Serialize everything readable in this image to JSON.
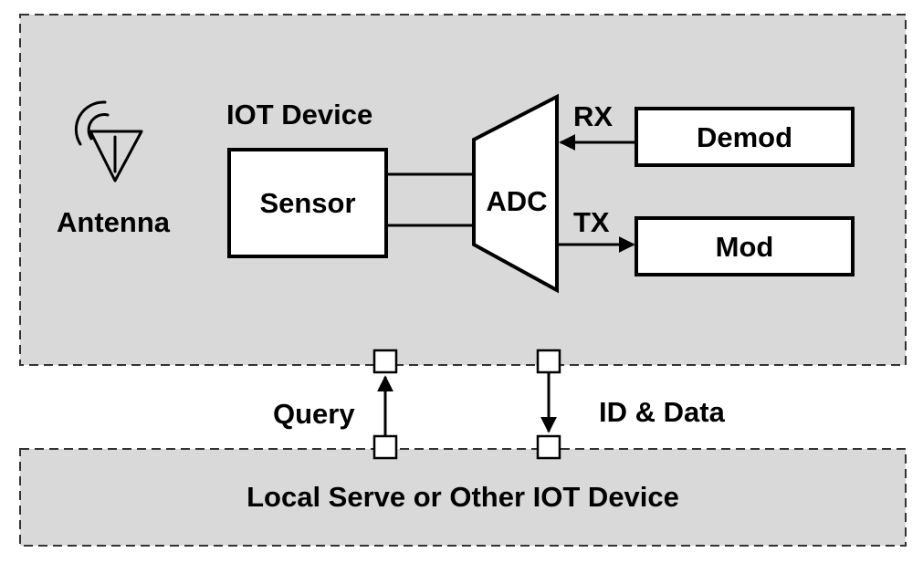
{
  "top_region": {
    "fill": "#d9d9d9"
  },
  "bottom_region": {
    "label": "Local Serve or Other IOT Device",
    "fill": "#d9d9d9"
  },
  "antenna": {
    "label": "Antenna",
    "icon": "antenna-icon"
  },
  "iot_device": {
    "label": "IOT Device"
  },
  "blocks": {
    "sensor": "Sensor",
    "adc": "ADC",
    "demod": "Demod",
    "mod": "Mod"
  },
  "signals": {
    "rx": "RX",
    "tx": "TX",
    "query": "Query",
    "id_data": "ID & Data"
  }
}
